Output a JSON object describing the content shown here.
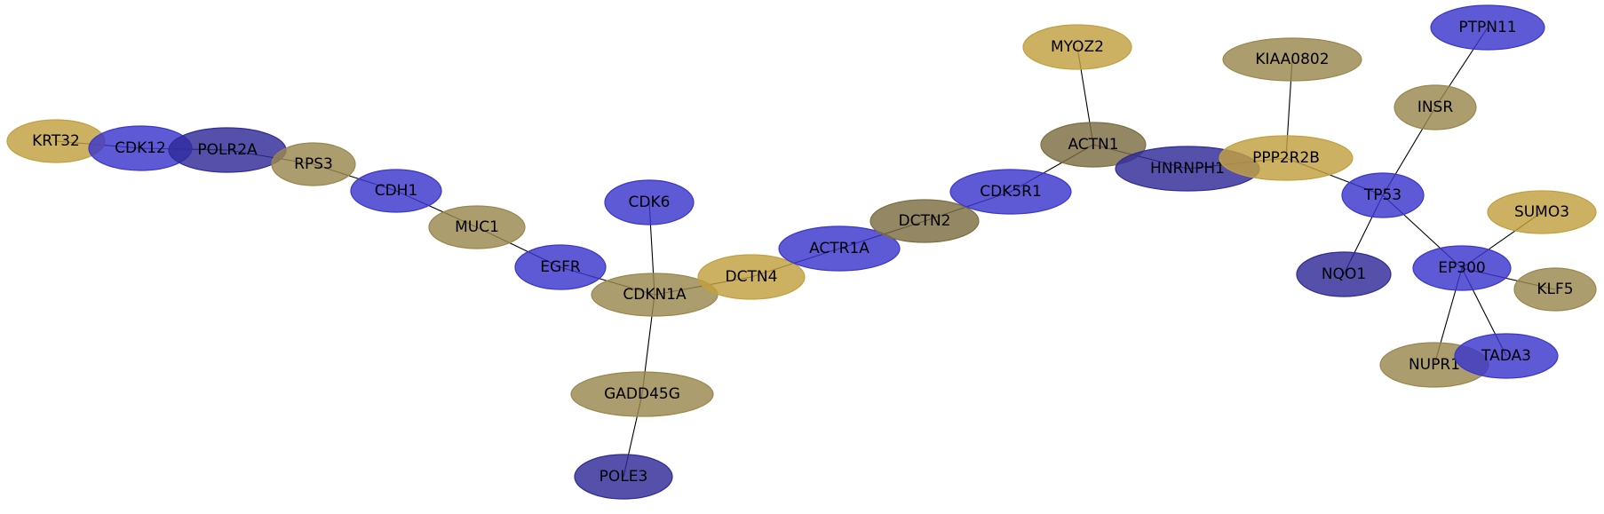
{
  "colors": {
    "blue": "#3b36cc",
    "darkblue": "#2f2b99",
    "gold": "#c2a040",
    "olive": "#9a874e",
    "brown": "#7d6e42"
  },
  "nodes": [
    {
      "id": "KRT32",
      "label": "KRT32",
      "color": "gold"
    },
    {
      "id": "CDK12",
      "label": "CDK12",
      "color": "blue"
    },
    {
      "id": "POLR2A",
      "label": "POLR2A",
      "color": "darkblue"
    },
    {
      "id": "RPS3",
      "label": "RPS3",
      "color": "olive"
    },
    {
      "id": "CDH1",
      "label": "CDH1",
      "color": "blue"
    },
    {
      "id": "MUC1",
      "label": "MUC1",
      "color": "olive"
    },
    {
      "id": "EGFR",
      "label": "EGFR",
      "color": "blue"
    },
    {
      "id": "CDK6",
      "label": "CDK6",
      "color": "blue"
    },
    {
      "id": "CDKN1A",
      "label": "CDKN1A",
      "color": "olive"
    },
    {
      "id": "GADD45G",
      "label": "GADD45G",
      "color": "olive"
    },
    {
      "id": "POLE3",
      "label": "POLE3",
      "color": "darkblue"
    },
    {
      "id": "DCTN4",
      "label": "DCTN4",
      "color": "gold"
    },
    {
      "id": "ACTR1A",
      "label": "ACTR1A",
      "color": "blue"
    },
    {
      "id": "DCTN2",
      "label": "DCTN2",
      "color": "brown"
    },
    {
      "id": "CDK5R1",
      "label": "CDK5R1",
      "color": "blue"
    },
    {
      "id": "ACTN1",
      "label": "ACTN1",
      "color": "brown"
    },
    {
      "id": "MYOZ2",
      "label": "MYOZ2",
      "color": "gold"
    },
    {
      "id": "HNRNPH1",
      "label": "HNRNPH1",
      "color": "darkblue"
    },
    {
      "id": "PPP2R2B",
      "label": "PPP2R2B",
      "color": "gold"
    },
    {
      "id": "KIAA0802",
      "label": "KIAA0802",
      "color": "olive"
    },
    {
      "id": "TP53",
      "label": "TP53",
      "color": "blue"
    },
    {
      "id": "INSR",
      "label": "INSR",
      "color": "olive"
    },
    {
      "id": "PTPN11",
      "label": "PTPN11",
      "color": "blue"
    },
    {
      "id": "NQO1",
      "label": "NQO1",
      "color": "darkblue"
    },
    {
      "id": "EP300",
      "label": "EP300",
      "color": "blue"
    },
    {
      "id": "SUMO3",
      "label": "SUMO3",
      "color": "gold"
    },
    {
      "id": "KLF5",
      "label": "KLF5",
      "color": "olive"
    },
    {
      "id": "NUPR1",
      "label": "NUPR1",
      "color": "olive"
    },
    {
      "id": "TADA3",
      "label": "TADA3",
      "color": "blue"
    }
  ],
  "edges": [
    [
      "KRT32",
      "CDK12"
    ],
    [
      "CDK12",
      "POLR2A"
    ],
    [
      "POLR2A",
      "RPS3"
    ],
    [
      "RPS3",
      "CDH1"
    ],
    [
      "CDH1",
      "MUC1"
    ],
    [
      "MUC1",
      "EGFR"
    ],
    [
      "EGFR",
      "CDKN1A"
    ],
    [
      "CDK6",
      "CDKN1A"
    ],
    [
      "CDKN1A",
      "GADD45G"
    ],
    [
      "GADD45G",
      "POLE3"
    ],
    [
      "CDKN1A",
      "DCTN4"
    ],
    [
      "DCTN4",
      "ACTR1A"
    ],
    [
      "ACTR1A",
      "DCTN2"
    ],
    [
      "DCTN2",
      "CDK5R1"
    ],
    [
      "CDK5R1",
      "ACTN1"
    ],
    [
      "MYOZ2",
      "ACTN1"
    ],
    [
      "ACTN1",
      "HNRNPH1"
    ],
    [
      "HNRNPH1",
      "PPP2R2B"
    ],
    [
      "KIAA0802",
      "PPP2R2B"
    ],
    [
      "PPP2R2B",
      "TP53"
    ],
    [
      "PTPN11",
      "INSR"
    ],
    [
      "INSR",
      "TP53"
    ],
    [
      "TP53",
      "NQO1"
    ],
    [
      "TP53",
      "EP300"
    ],
    [
      "SUMO3",
      "EP300"
    ],
    [
      "EP300",
      "KLF5"
    ],
    [
      "EP300",
      "NUPR1"
    ],
    [
      "EP300",
      "TADA3"
    ]
  ]
}
